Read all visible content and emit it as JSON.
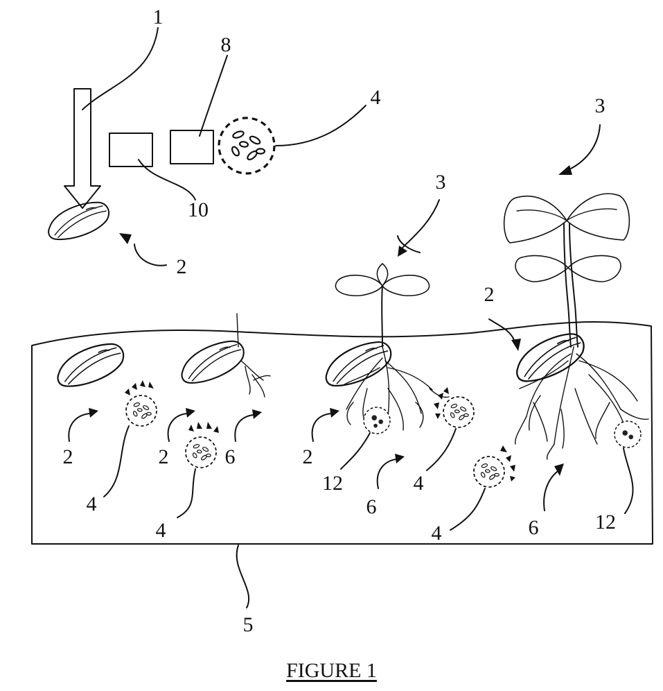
{
  "figure": {
    "caption": "FIGURE 1",
    "labels": {
      "arrow": "1",
      "seed": "2",
      "plant": "3",
      "microbes": "4",
      "soil": "5",
      "roots": "6",
      "box_upper": "8",
      "box_lower": "10",
      "colonized": "12"
    }
  }
}
